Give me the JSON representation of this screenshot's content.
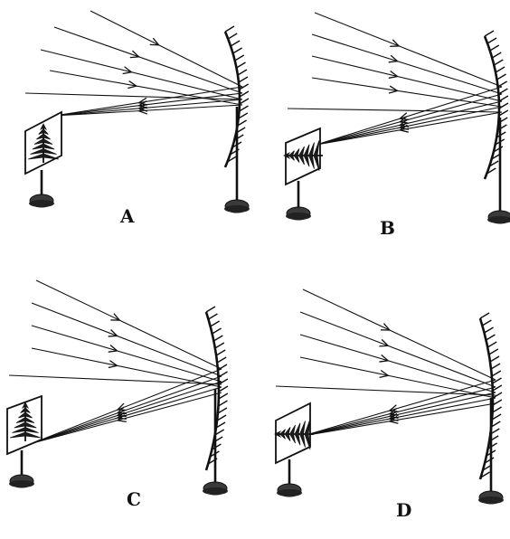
{
  "panels": [
    {
      "id": "A",
      "label": "A",
      "image_orientation": "upright"
    },
    {
      "id": "B",
      "label": "B",
      "image_orientation": "sideways"
    },
    {
      "id": "C",
      "label": "C",
      "image_orientation": "upright"
    },
    {
      "id": "D",
      "label": "D",
      "image_orientation": "sideways"
    }
  ],
  "colors": {
    "ink": "#111111",
    "paper": "#ffffff"
  },
  "icons": [
    "concave-mirror-icon",
    "screen-icon",
    "tree-image-icon",
    "stand-icon",
    "arrowhead-icon"
  ]
}
